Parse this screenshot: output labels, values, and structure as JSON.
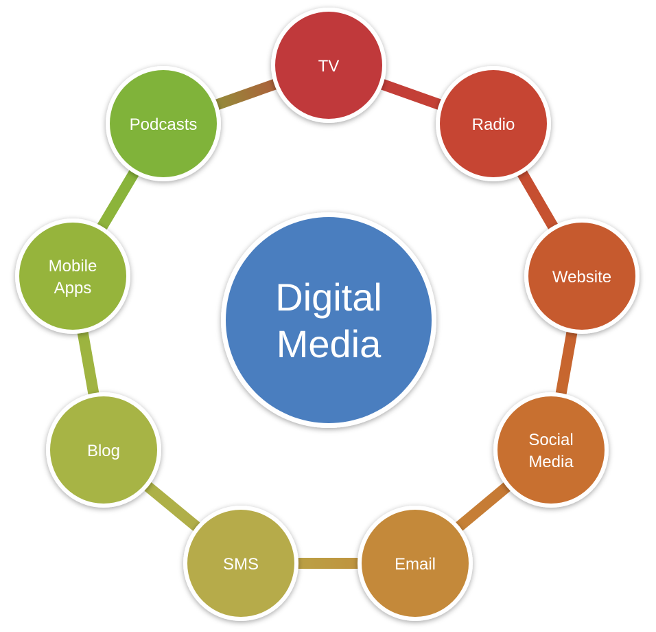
{
  "center": {
    "lines": [
      "Digital",
      "Media"
    ],
    "color": "#4a7ebf"
  },
  "nodes": [
    {
      "id": "tv",
      "lines": [
        "TV"
      ],
      "color": "#c0393b"
    },
    {
      "id": "radio",
      "lines": [
        "Radio"
      ],
      "color": "#c64533"
    },
    {
      "id": "website",
      "lines": [
        "Website"
      ],
      "color": "#c65a2e"
    },
    {
      "id": "social-media",
      "lines": [
        "Social",
        "Media"
      ],
      "color": "#c87030"
    },
    {
      "id": "email",
      "lines": [
        "Email"
      ],
      "color": "#c4893a"
    },
    {
      "id": "sms",
      "lines": [
        "SMS"
      ],
      "color": "#b6ab4a"
    },
    {
      "id": "blog",
      "lines": [
        "Blog"
      ],
      "color": "#a7b445"
    },
    {
      "id": "mobile-apps",
      "lines": [
        "Mobile",
        "Apps"
      ],
      "color": "#96b43c"
    },
    {
      "id": "podcasts",
      "lines": [
        "Podcasts"
      ],
      "color": "#80b33a"
    }
  ]
}
